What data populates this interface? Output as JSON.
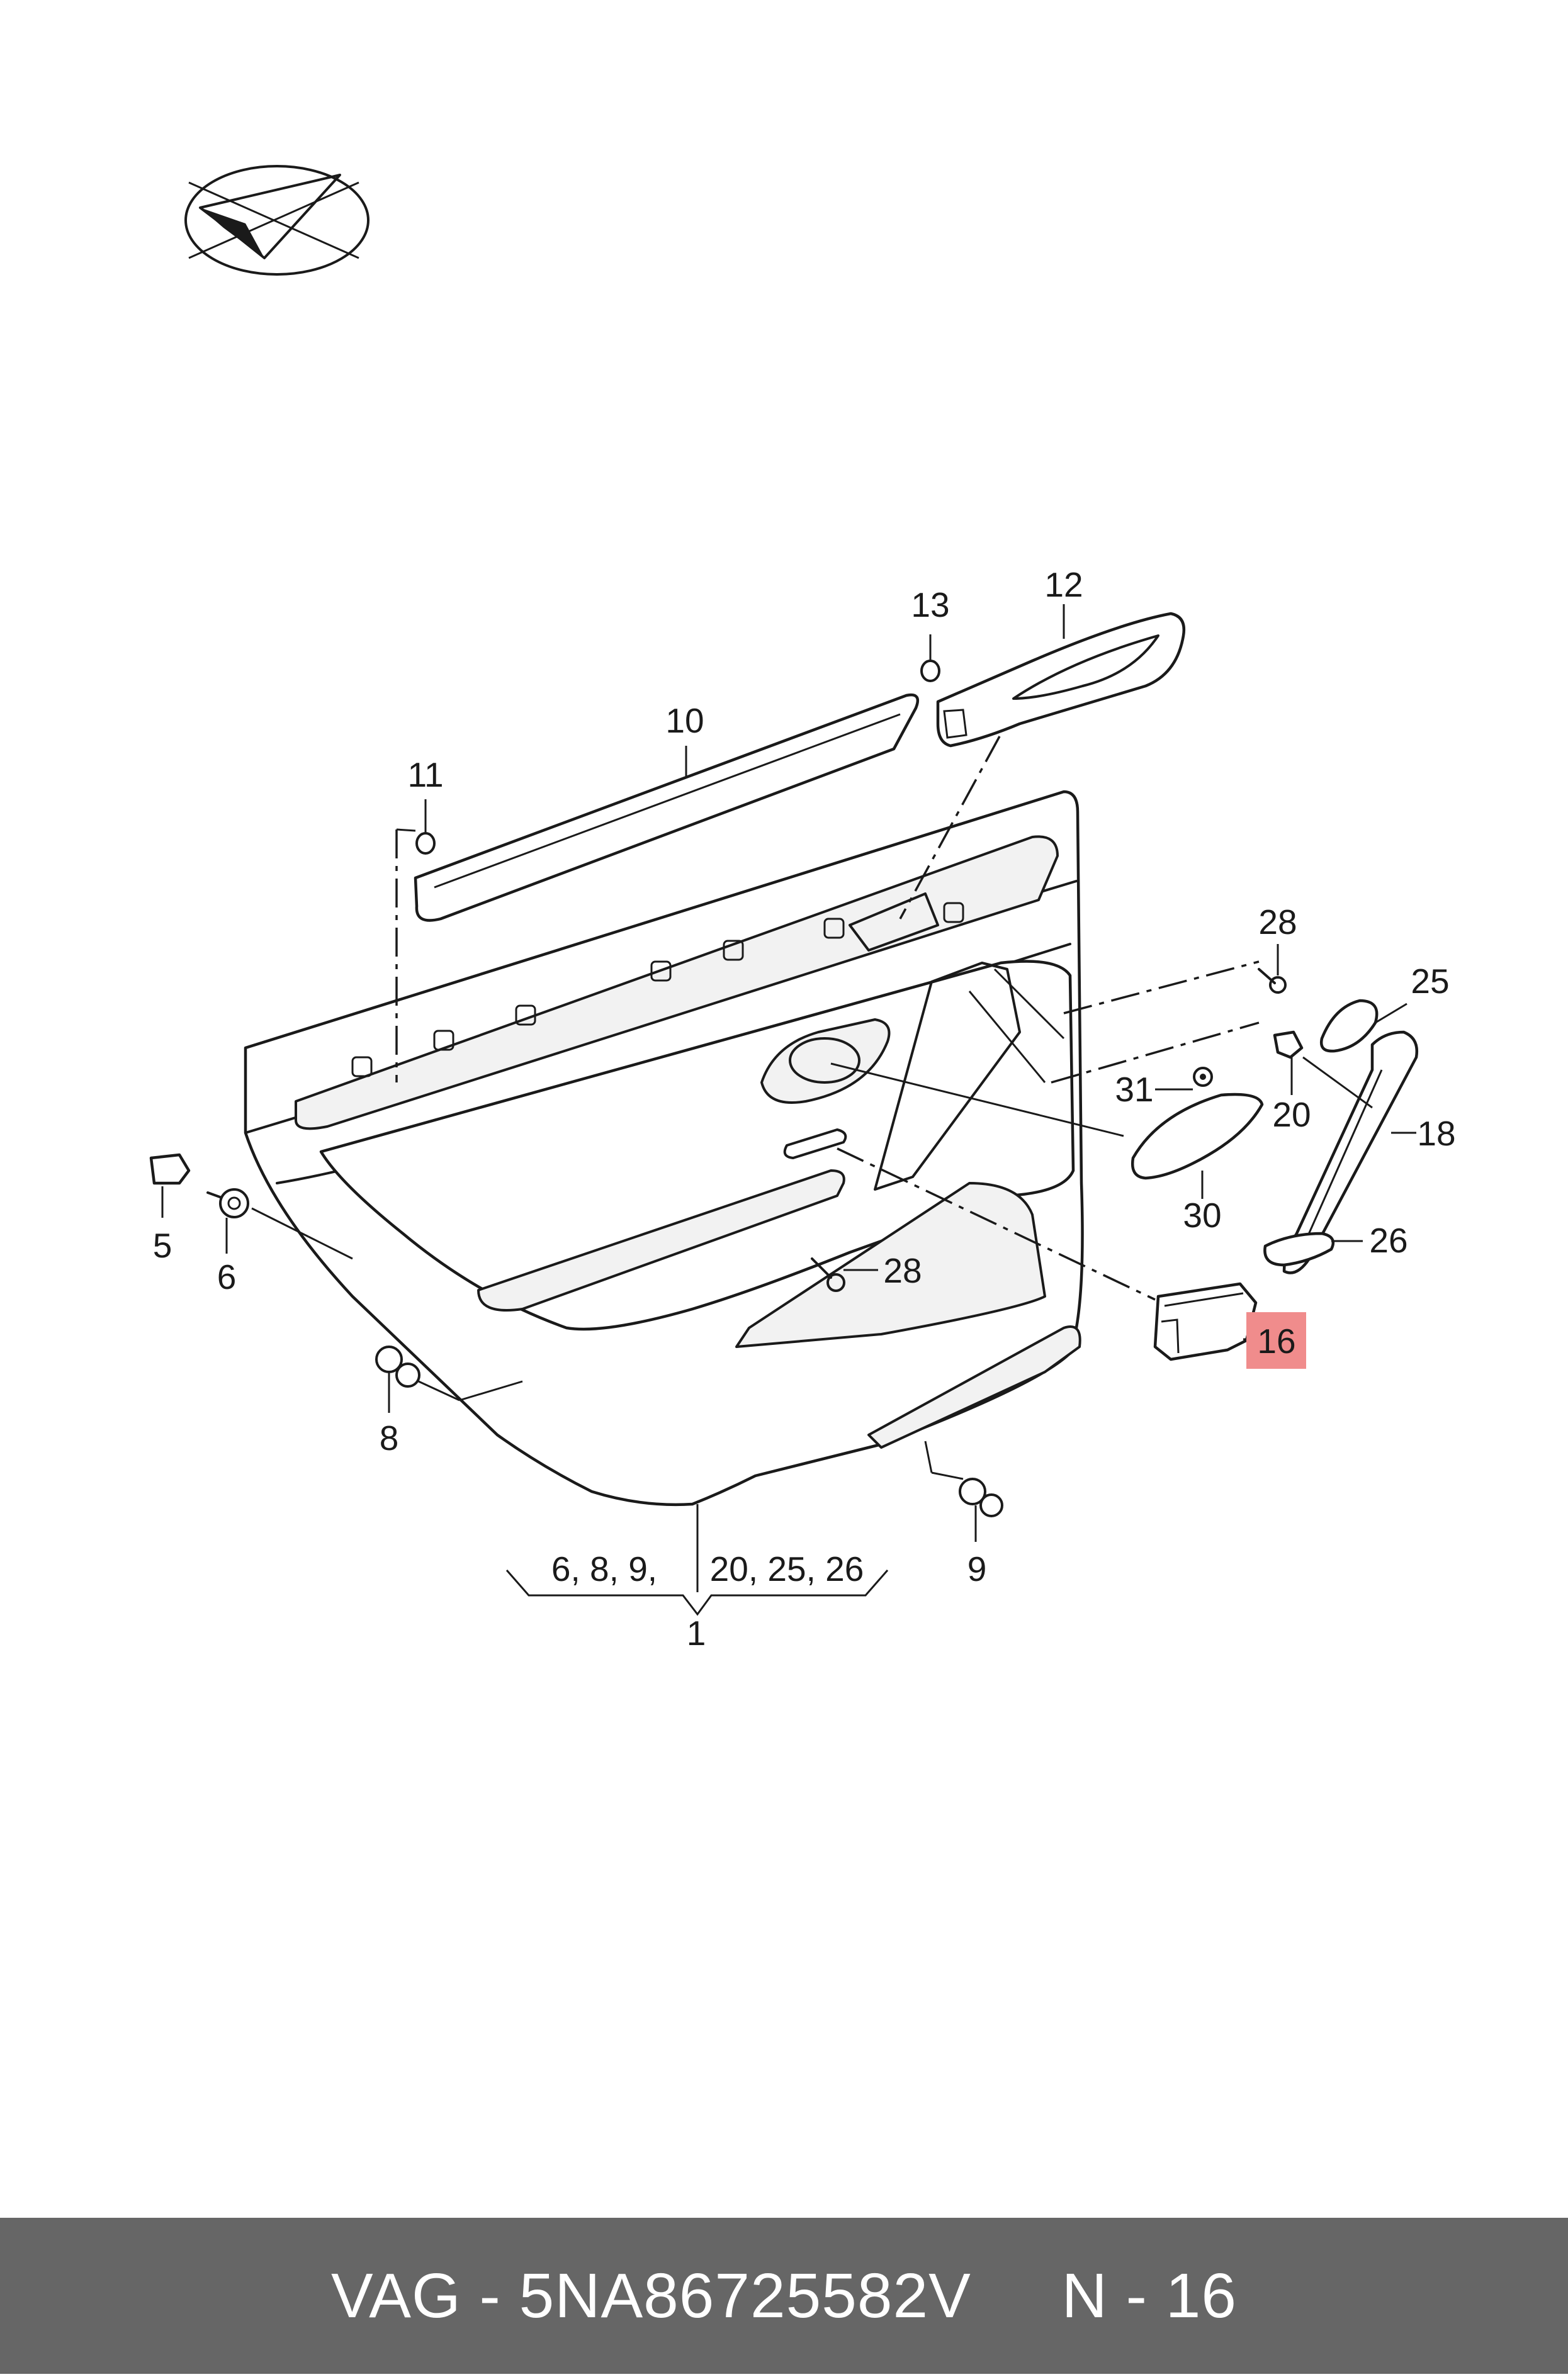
{
  "diagram": {
    "callouts": [
      {
        "id": "c1",
        "text": "1"
      },
      {
        "id": "c5",
        "text": "5"
      },
      {
        "id": "c6",
        "text": "6"
      },
      {
        "id": "c8",
        "text": "8"
      },
      {
        "id": "c9",
        "text": "9"
      },
      {
        "id": "c10",
        "text": "10"
      },
      {
        "id": "c11",
        "text": "11"
      },
      {
        "id": "c12",
        "text": "12"
      },
      {
        "id": "c13",
        "text": "13"
      },
      {
        "id": "c16",
        "text": "16"
      },
      {
        "id": "c18",
        "text": "18"
      },
      {
        "id": "c20",
        "text": "20"
      },
      {
        "id": "c25",
        "text": "25"
      },
      {
        "id": "c26",
        "text": "26"
      },
      {
        "id": "c28a",
        "text": "28"
      },
      {
        "id": "c28b",
        "text": "28"
      },
      {
        "id": "c30",
        "text": "30"
      },
      {
        "id": "c31",
        "text": "31"
      }
    ],
    "group_left": "6, 8, 9,",
    "group_right": "20, 25, 26",
    "highlight_color": "#f08c8c",
    "logo_icon": "check-arrow-emblem-icon"
  },
  "footer": {
    "text": "VAG - 5NA86725582V     N - 16",
    "background": "#666666"
  }
}
